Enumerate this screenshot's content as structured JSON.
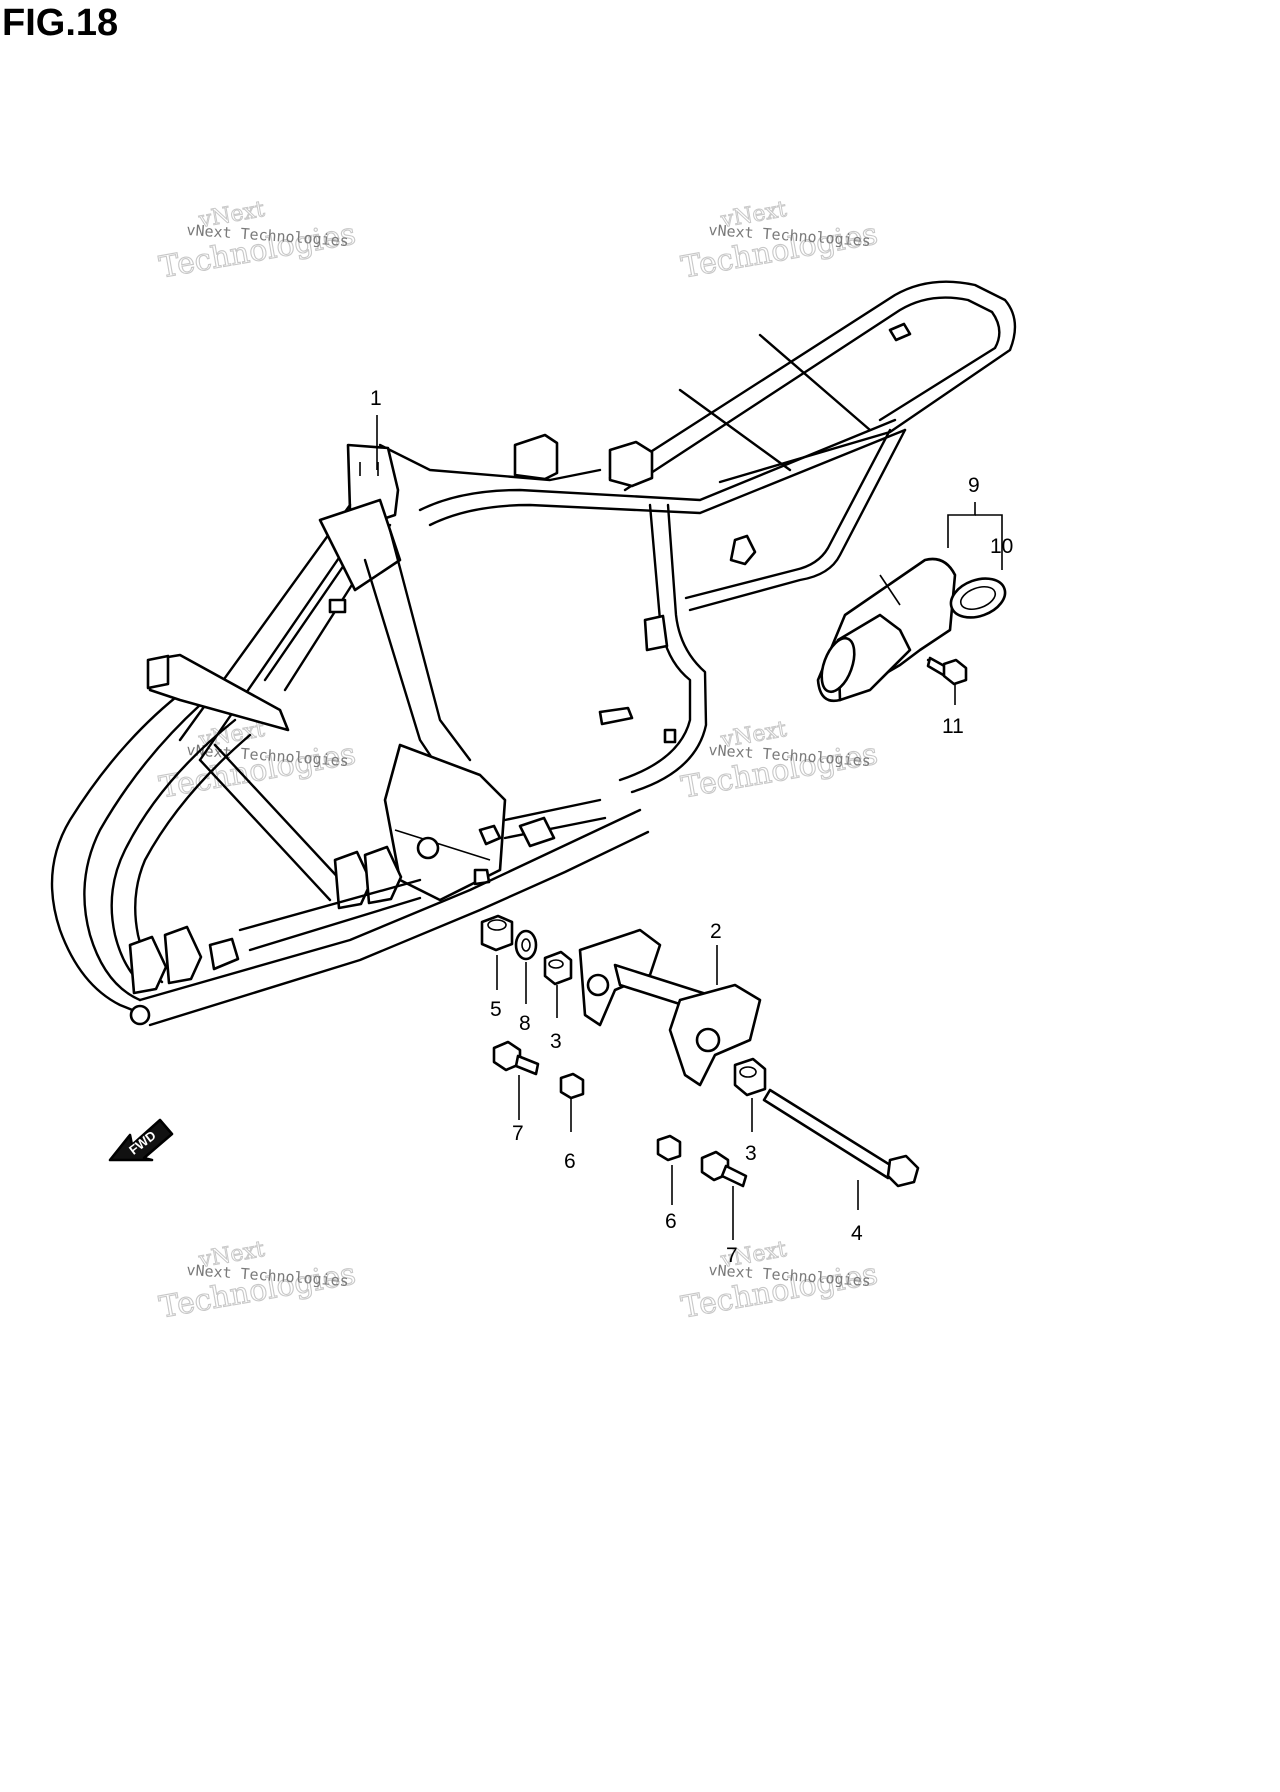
{
  "figure": {
    "title": "FIG.18"
  },
  "callouts": [
    "1",
    "2",
    "3",
    "3",
    "4",
    "5",
    "6",
    "6",
    "7",
    "7",
    "8",
    "9",
    "10",
    "11"
  ],
  "fwd_label": "FWD",
  "watermark": {
    "line1": "vNext Technologies",
    "line2": "Technologies",
    "line3": "vNext"
  }
}
